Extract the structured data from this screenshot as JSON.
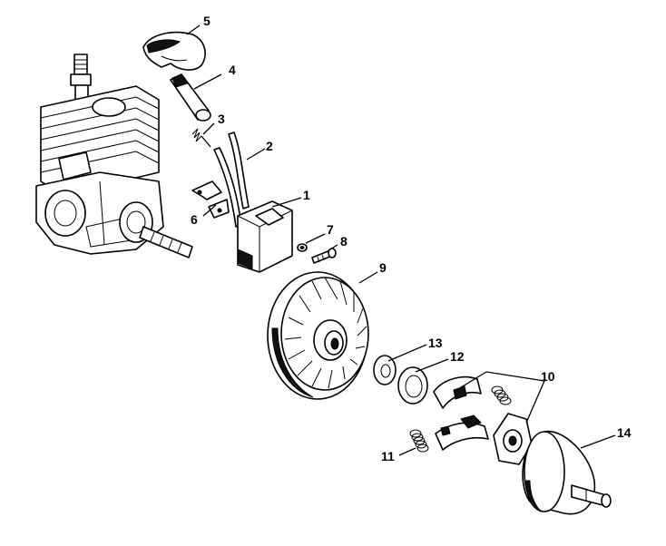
{
  "parts": [
    {
      "id": "p1",
      "label": "1"
    },
    {
      "id": "p2",
      "label": "2"
    },
    {
      "id": "p3",
      "label": "3"
    },
    {
      "id": "p4",
      "label": "4"
    },
    {
      "id": "p5",
      "label": "5"
    },
    {
      "id": "p6",
      "label": "6"
    },
    {
      "id": "p7",
      "label": "7"
    },
    {
      "id": "p8",
      "label": "8"
    },
    {
      "id": "p9",
      "label": "9"
    },
    {
      "id": "p10",
      "label": "10"
    },
    {
      "id": "p11",
      "label": "11"
    },
    {
      "id": "p12",
      "label": "12"
    },
    {
      "id": "p13",
      "label": "13"
    },
    {
      "id": "p14",
      "label": "14"
    }
  ],
  "colors": {
    "ink": "#000000",
    "paper": "#ffffff"
  }
}
